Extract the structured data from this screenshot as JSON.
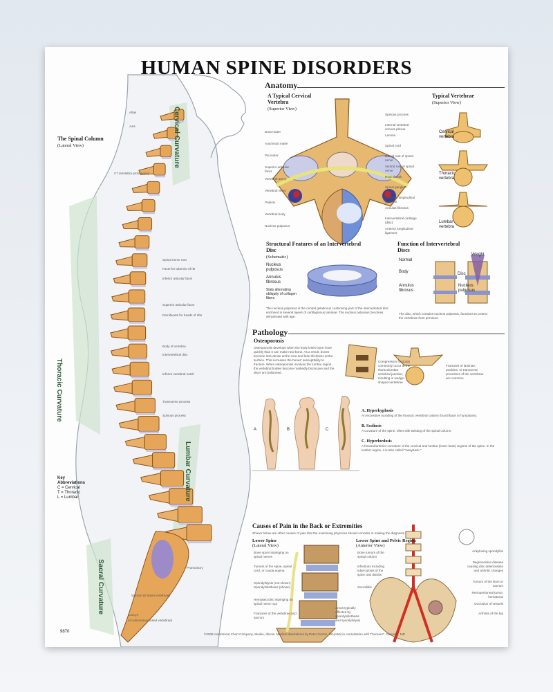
{
  "title": "HUMAN SPINE DISORDERS",
  "spinal_column": {
    "heading": "The Spinal Column",
    "subheading": "(Lateral View)",
    "curvatures": [
      "Cervical Curvature",
      "Thoracic Curvature",
      "Lumbar Curvature",
      "Sacral Curvature"
    ],
    "labels": [
      "Atlas",
      "Axis",
      "C7 (Vertebra prominens)",
      "Spinal nerve root",
      "Facet for tubercle of rib",
      "Inferior articular facet",
      "Superior articular facet",
      "Demifacets for heads of ribs",
      "Body of vertebra",
      "Intervertebral disc",
      "Inferior vertebral notch",
      "Transverse process",
      "Spinous process",
      "Promontory",
      "Sacrum (5 fused vertebrae)",
      "Coccyx",
      "(4 rudimentary fused vertebrae)"
    ],
    "key": {
      "heading": "Key Abbreviations",
      "items": [
        "C = Cervical",
        "T = Thoracic",
        "L = Lumbar"
      ]
    },
    "plate_number": "9870"
  },
  "anatomy": {
    "heading": "Anatomy",
    "cervical": {
      "heading": "A Typical Cervical Vertebra",
      "subheading": "(Superior View)",
      "labels_left": [
        "Dura mater",
        "Arachnoid mater",
        "Pia mater",
        "Superior articular facet",
        "Vertebral artery",
        "Vertebral veins",
        "Pedicle",
        "Vertebral body",
        "Nucleus pulposus"
      ],
      "labels_right": [
        "Spinous process",
        "Internal vertebral venous plexus",
        "Lamina",
        "Spinal cord",
        "Dorsal root of spinal nerve",
        "Ventral root of spinal nerve",
        "Root sheath",
        "Spinal ganglion",
        "Posterior longitudinal ligament",
        "Annulus fibrosus",
        "Intervertebral cartilage (disc)",
        "Anterior longitudinal ligament"
      ]
    },
    "typical": {
      "heading": "Typical Vertebrae",
      "subheading": "(Superior View)",
      "labels": [
        "Cervical vertebra",
        "Thoracic vertebra",
        "Lumbar vertebra"
      ]
    },
    "disc": {
      "heading": "Structural Features of an Intervertebral Disc",
      "subheading": "(Schematic)",
      "labels": [
        "Nucleus pulposus",
        "Annulus fibrosus",
        "Slats alternating obliquity of collagen fibers"
      ],
      "caption": "The nucleus pulposus is the central gelatinous cushioning part of the intervertebral disc enclosed in several layers of cartilaginous laminae. The nucleus pulposus becomes dehydrated with age."
    },
    "function": {
      "heading": "Function of Intervertebral Discs",
      "labels": [
        "Normal",
        "Weight",
        "Body",
        "Disc",
        "Annulus fibrosus",
        "Nucleus pulposus"
      ],
      "caption": "The disc, which contains nucleus pulposus, functions to protect the vertebrae from pressure."
    }
  },
  "pathology": {
    "heading": "Pathology",
    "osteoporosis": {
      "heading": "Osteoporosis",
      "text": "Osteoporosis develops when the body loses bone more quickly than it can make new bone. As a result, bones become less dense at the core and lose thickness at the surface. This increases the bones' susceptibility to fracture. When osteoporosis involves the lumbar region, the vertebral bodies become markedly biconcave and the discs are ballooned.",
      "labels": [
        "Compression fractures commonly occur at the thoracolumbar vertebral junction, resulting in wedge-shaped vertebrae",
        "Fractures of laminae, pedicles, or transverse processes of the vertebrae are common"
      ]
    },
    "figure_letters": [
      "A",
      "B",
      "C"
    ],
    "conditions": [
      {
        "name": "A. Hyperkyphosis",
        "desc": "An excessive rounding of the thoracic vertebral column (hunchback or humpback)."
      },
      {
        "name": "B. Scoliosis",
        "desc": "A curvature of the spine, often with twisting of the spinal column."
      },
      {
        "name": "C. Hyperlordosis",
        "desc": "A forward/anterior curvature of the cervical and lumbar (lower back) regions of the spine. In the lumbar region, it is also called \"swayback.\""
      }
    ],
    "pain": {
      "heading": "Causes of Pain in the Back or Extremities",
      "intro": "Shown below are other causes of pain that the examining physician should consider in making the diagnosis.",
      "lower_spine": {
        "heading": "Lower Spine",
        "subheading": "(Lateral View)",
        "labels": [
          "Bone spurs impinging on spinal nerves",
          "Tumors of the spine, spinal cord, or cauda equina",
          "Spondylolysis (not shown) Spondylolisthesis (shown)",
          "Herniated disc impinging on spinal nerve root",
          "Fractures of the vertebrae and sacrum",
          "Areas typically affected by spondylolisthesis and spondylolysis"
        ]
      },
      "pelvic": {
        "heading": "Lower Spine and Pelvic Region",
        "subheading": "(Anterior View)",
        "labels_left": [
          "Bone tumors of the spinal column",
          "Infections including tuberculosis of the spine and discitis",
          "Sacroiliitis"
        ],
        "labels_right": [
          "Ankylosing spondylitis",
          "Degenerative disease causing disc deterioration and arthritic changes",
          "Tumors of the ilium or sacrum",
          "Retroperitoneal tumor, hematoma",
          "Occlusion of vessels",
          "Arthritis of the hip"
        ]
      }
    }
  },
  "copyright": "©2008 Anatomical Chart Company, Skokie, Illinois. Medical illustrations by Peter Gorton, MA(AMI) in consultation with Thomas F. Clemens, MD"
}
